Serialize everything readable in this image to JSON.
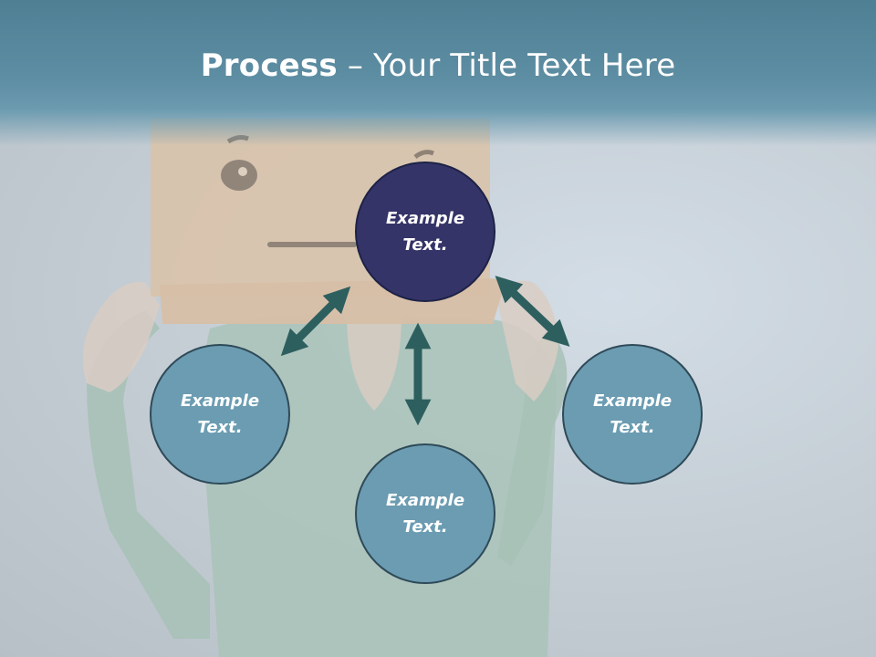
{
  "title": {
    "bold": "Process",
    "rest": " – Your Title Text Here"
  },
  "nodes": {
    "top": "Example\nText.",
    "left": "Example\nText.",
    "right": "Example\nText.",
    "bottom": "Example\nText."
  },
  "colors": {
    "header": "#5e8ea3",
    "node_top": "#353468",
    "node_other": "#6b9cb2",
    "arrow": "#2e5f5f"
  }
}
